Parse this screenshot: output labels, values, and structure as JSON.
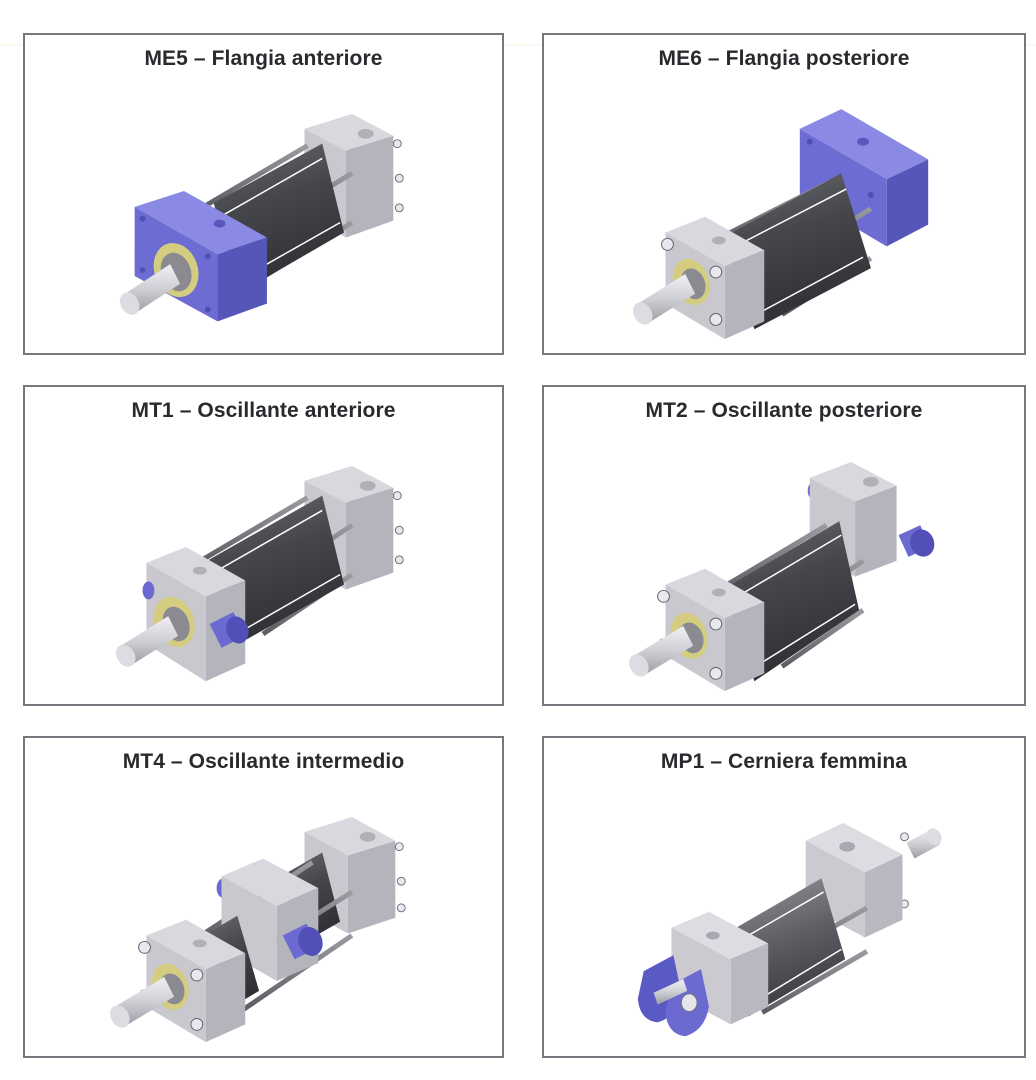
{
  "document": {
    "panels": [
      {
        "code": "ME5",
        "title": "ME5 – Flangia anteriore",
        "mount": "front-flange"
      },
      {
        "code": "ME6",
        "title": "ME6 – Flangia posteriore",
        "mount": "rear-flange"
      },
      {
        "code": "MT1",
        "title": "MT1 – Oscillante anteriore",
        "mount": "front-trunnion"
      },
      {
        "code": "MT2",
        "title": "MT2 – Oscillante posteriore",
        "mount": "rear-trunnion"
      },
      {
        "code": "MT4",
        "title": "MT4 – Oscillante intermedio",
        "mount": "intermediate-trunnion"
      },
      {
        "code": "MP1",
        "title": "MP1 – Cerniera femmina",
        "mount": "rear-clevis"
      }
    ]
  },
  "colors": {
    "mount_blue": "#6a6ad0",
    "head_gray": "#c4c4ca",
    "barrel_dark": "#4a4c52",
    "rod_light": "#d8d8de",
    "gland_yellow": "#d4cc80",
    "border": "#77777f",
    "title_text": "#2a2a2e"
  }
}
